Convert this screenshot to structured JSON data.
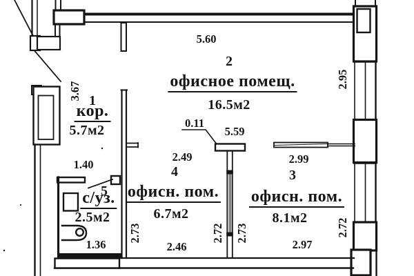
{
  "meta": {
    "ink": "#151515",
    "paper": "#ffffff"
  },
  "rooms": {
    "r1": {
      "number": "1",
      "name": "кор.",
      "area": "5.7м2"
    },
    "r2": {
      "number": "2",
      "name": "офисное помещ.",
      "area": "16.5м2"
    },
    "r3": {
      "number": "3",
      "name": "офисн. пом.",
      "area": "8.1м2"
    },
    "r4": {
      "number": "4",
      "name": "офисн. пом.",
      "area": "6.7м2"
    },
    "r5": {
      "number": "5",
      "name": "с/уз.",
      "area": "2.5м2"
    }
  },
  "dimensions": {
    "top_width": "5.60",
    "entry_side": "3.67",
    "right_upper": "2.95",
    "partition_thickness": "0.11",
    "room2_opening": "5.59",
    "room4_top": "2.49",
    "room3_top": "2.99",
    "bath_door": "1.40",
    "bath_bottom": "1.36",
    "room4_left": "2.73",
    "room4_bottom": "2.46",
    "partition_left": "2.72",
    "partition_right": "2.73",
    "room3_bottom": "2.97",
    "right_lower": "2.72"
  }
}
